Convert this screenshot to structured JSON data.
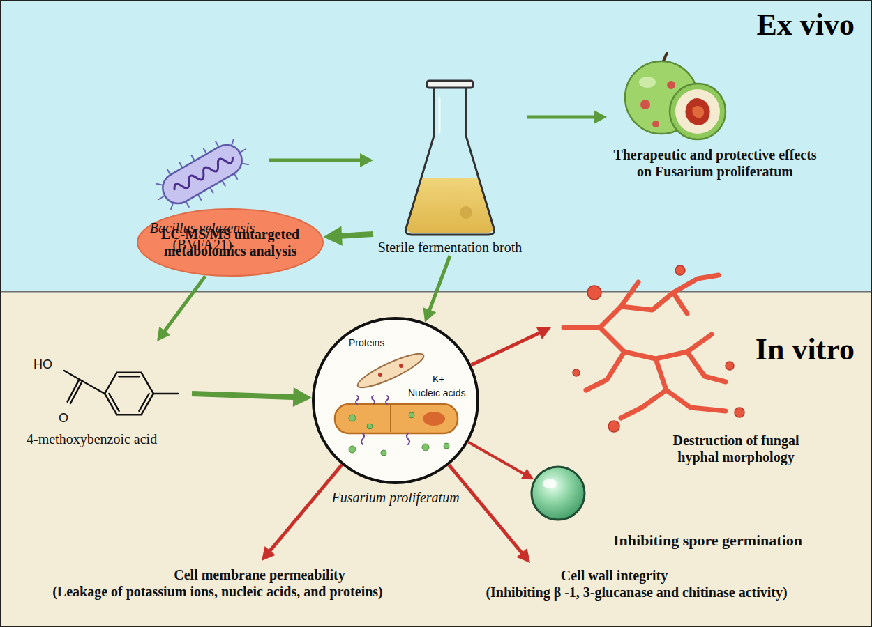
{
  "diagram": {
    "nodes": [
      {
        "text": [
          "Ex vivo"
        ]
      },
      {
        "text": [
          "Bacillus velezensis",
          "(BVFA21)"
        ],
        "in": 0
      },
      {
        "text": [
          "Sterile fermentation broth"
        ],
        "in": 0
      },
      {
        "text": [
          "Therapeutic and protective effects on Fusarium proliferatum"
        ],
        "in": 0
      },
      {
        "text": [
          "In vitro"
        ]
      },
      {
        "text": [
          "LC-MS/MS untargeted metabolomics analysis"
        ]
      },
      {
        "text": [
          "4-methoxybenzoic acid"
        ],
        "in": 4
      },
      {
        "text": [
          "Proteins",
          "K+",
          "Nucleic acids",
          "Fusarium proliferatum"
        ],
        "in": 4
      },
      {
        "text": [
          "Destruction of fungal hyphal morphology"
        ],
        "in": 4
      },
      {
        "text": [
          "Inhibiting spore germination"
        ],
        "in": 4
      },
      {
        "text": [
          "Cell membrane permeability",
          "(Leakage of potassium ions, nucleic acids, and proteins)"
        ],
        "in": 4
      },
      {
        "text": [
          "Cell wall integrity",
          "(Inhibiting β -1, 3-glucanase and chitinase activity)"
        ],
        "in": 4
      }
    ],
    "edges": [
      {
        "from": 1,
        "to": 2,
        "arrow": "to"
      },
      {
        "from": 2,
        "to": 3,
        "arrow": "to"
      },
      {
        "from": 2,
        "to": 5,
        "arrow": "to"
      },
      {
        "from": 2,
        "to": 7,
        "arrow": "to"
      },
      {
        "from": 5,
        "to": 6,
        "arrow": "to"
      },
      {
        "from": 6,
        "to": 7,
        "arrow": "to"
      },
      {
        "from": 7,
        "to": 8,
        "arrow": "to"
      },
      {
        "from": 7,
        "to": 9,
        "arrow": "to"
      },
      {
        "from": 7,
        "to": 10,
        "arrow": "to"
      },
      {
        "from": 7,
        "to": 11,
        "arrow": "to"
      }
    ],
    "labels": [
      "HO",
      "O"
    ]
  }
}
